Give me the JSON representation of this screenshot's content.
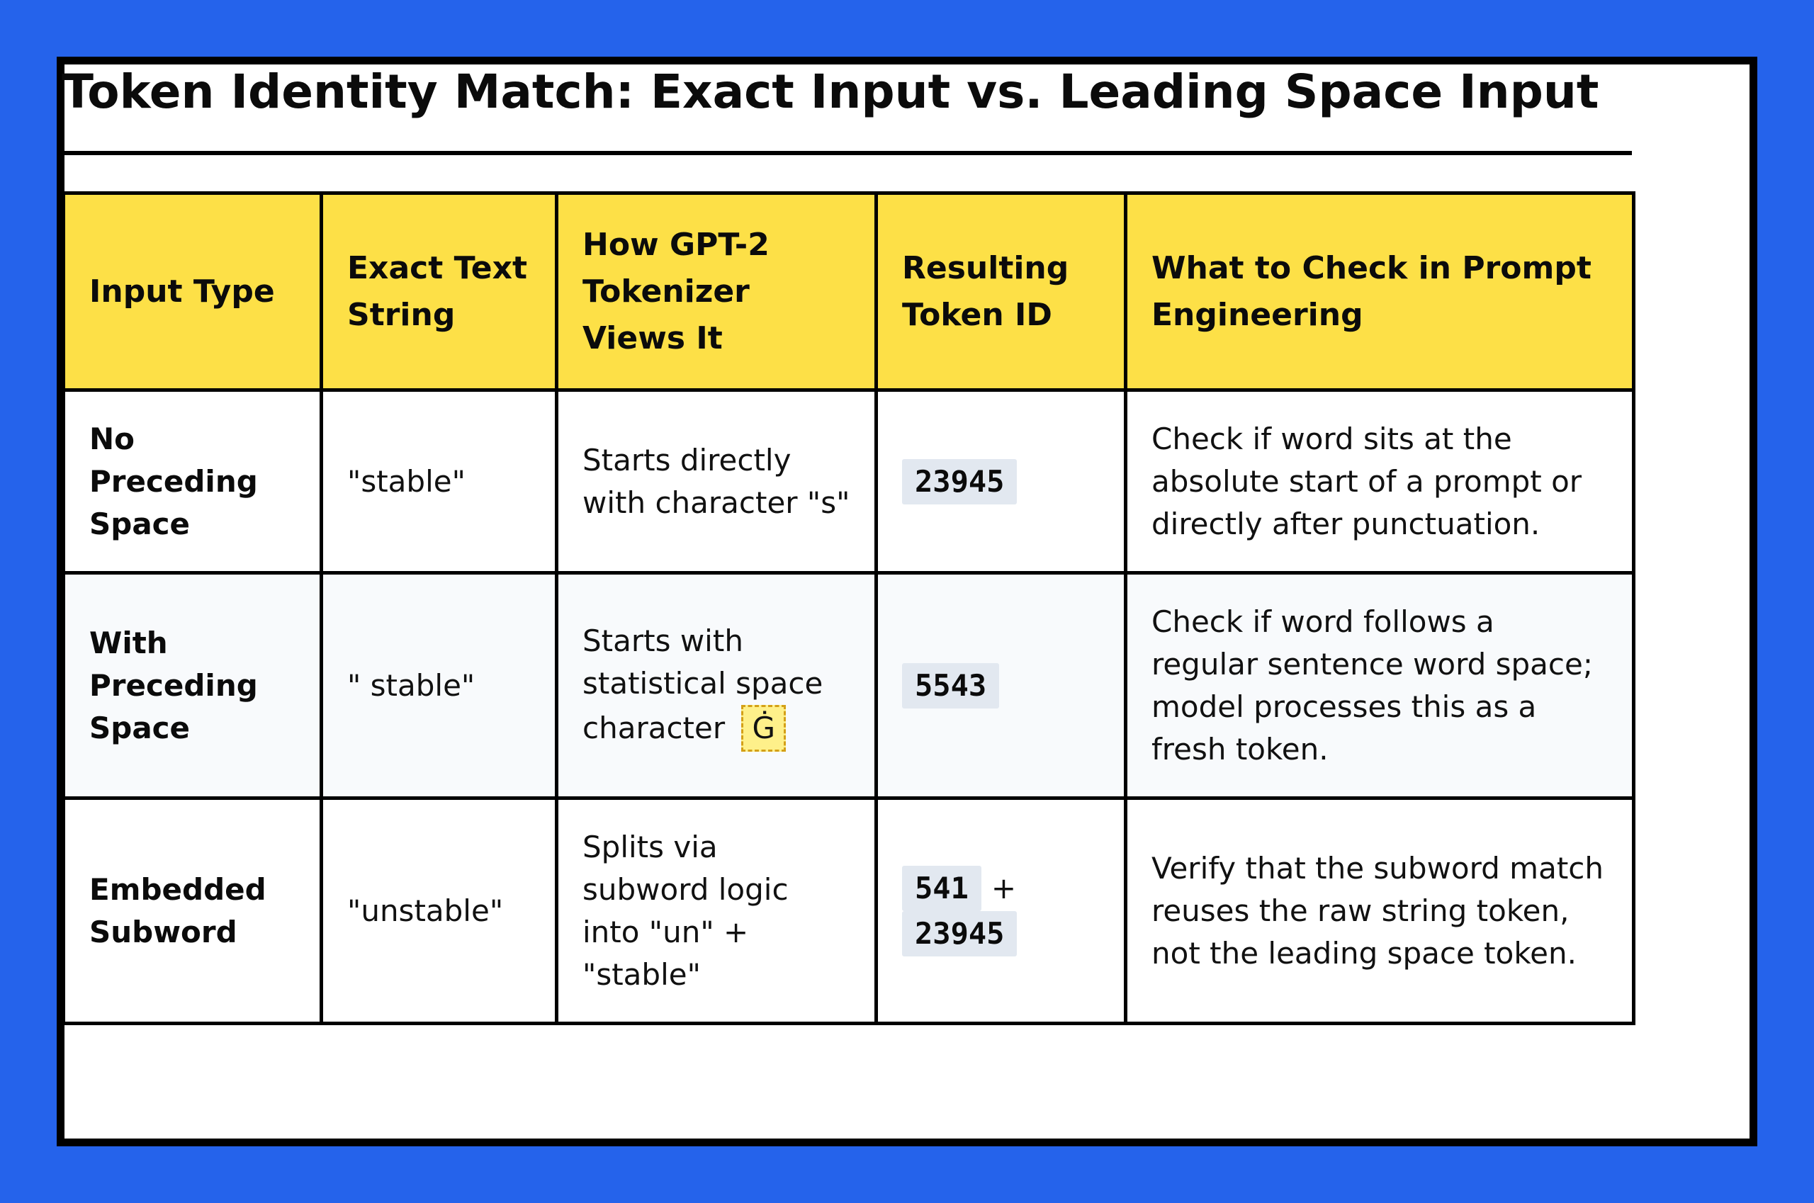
{
  "title": "Token Identity Match: Exact Input vs. Leading Space Input",
  "colors": {
    "page_background": "#2563eb",
    "card_background": "#ffffff",
    "header_fill": "#fde047",
    "token_chip": "#e2e8f0",
    "space_glyph_fill": "#fef08a"
  },
  "columns": [
    "Input Type",
    "Exact Text String",
    "How GPT-2 Tokenizer Views It",
    "Resulting Token ID",
    "What to Check in Prompt Engineering"
  ],
  "rows": [
    {
      "input_type": "No Preceding Space",
      "exact_text": "\"stable\"",
      "tokenizer_view": "Starts directly with character \"s\"",
      "token_ids": [
        "23945"
      ],
      "check": "Check if word sits at the absolute start of a prompt or directly after punctuation."
    },
    {
      "input_type": "With Preceding Space",
      "exact_text": "\" stable\"",
      "tokenizer_view": "Starts with statistical space character",
      "space_glyph": "Ġ",
      "token_ids": [
        "5543"
      ],
      "check": "Check if word follows a regular sentence word space; model processes this as a fresh token."
    },
    {
      "input_type": "Embedded Subword",
      "exact_text": "\"unstable\"",
      "tokenizer_view": "Splits via subword logic into \"un\" + \"stable\"",
      "token_ids": [
        "541",
        "23945"
      ],
      "token_joiner": "+",
      "check": "Verify that the subword match reuses the raw string token, not the leading space token."
    }
  ]
}
